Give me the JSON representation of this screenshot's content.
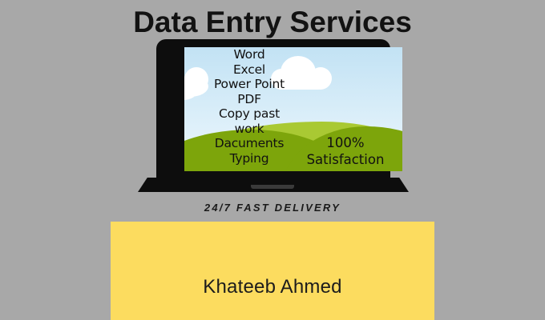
{
  "page": {
    "background_color": "#a8a8a8",
    "title": "Data Entry Services"
  },
  "laptop": {
    "screen": {
      "sky_color": "#c2e2f4",
      "hill_front_color": "#7da50b",
      "hill_back_color": "#a9c933",
      "cloud_color": "#ffffff",
      "services": [
        "Word",
        "Excel",
        "Power Point",
        "PDF",
        "Copy past",
        "work",
        "Dacuments",
        "Typing"
      ],
      "guarantee": {
        "percent": "100%",
        "label": "Satisfaction"
      }
    }
  },
  "tagline": "24/7 FAST DELIVERY",
  "name_banner": {
    "background_color": "#fcdc5f",
    "name": "Khateeb Ahmed"
  }
}
